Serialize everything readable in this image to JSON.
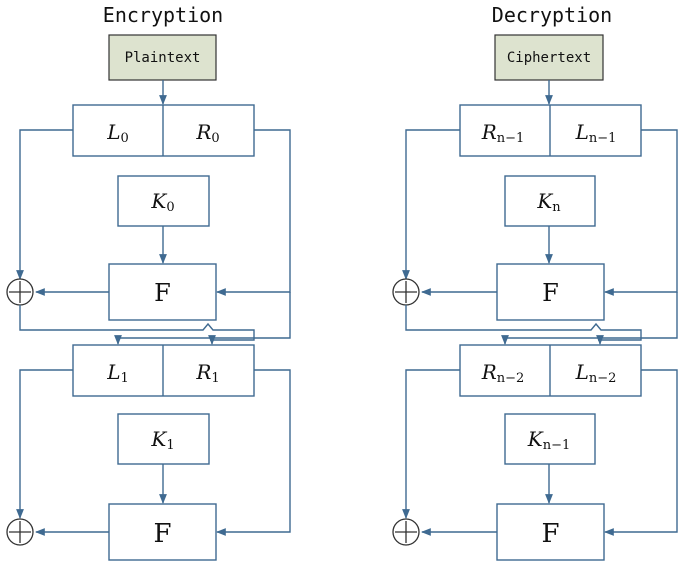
{
  "encryption": {
    "title": "Encryption",
    "source": "Plaintext",
    "rounds": [
      {
        "left": {
          "main": "L",
          "sub": "0"
        },
        "right": {
          "main": "R",
          "sub": "0"
        },
        "key": {
          "main": "K",
          "sub": "0"
        },
        "func": "F"
      },
      {
        "left": {
          "main": "L",
          "sub": "1"
        },
        "right": {
          "main": "R",
          "sub": "1"
        },
        "key": {
          "main": "K",
          "sub": "1"
        },
        "func": "F"
      }
    ]
  },
  "decryption": {
    "title": "Decryption",
    "source": "Ciphertext",
    "rounds": [
      {
        "left": {
          "main": "R",
          "sub": "n−1"
        },
        "right": {
          "main": "L",
          "sub": "n−1"
        },
        "key": {
          "main": "K",
          "sub": "n"
        },
        "func": "F"
      },
      {
        "left": {
          "main": "R",
          "sub": "n−2"
        },
        "right": {
          "main": "L",
          "sub": "n−2"
        },
        "key": {
          "main": "K",
          "sub": "n−1"
        },
        "func": "F"
      }
    ]
  },
  "colors": {
    "line": "#3f6a91",
    "source_fill": "#dde3cf",
    "text": "#111111"
  },
  "icons": {
    "xor": "xor-circle-plus-icon",
    "arrow": "arrowhead-icon"
  }
}
